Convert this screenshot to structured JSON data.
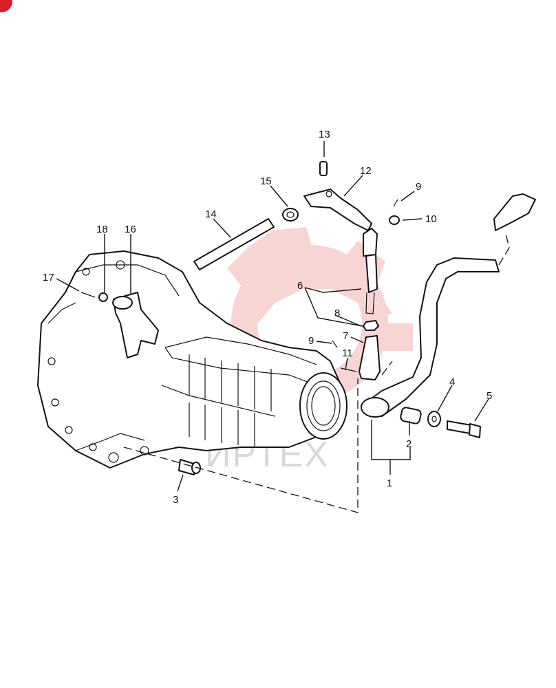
{
  "diagram": {
    "watermark_text": "ИРТЕХ",
    "callouts": [
      "13",
      "12",
      "15",
      "9",
      "10",
      "14",
      "18",
      "16",
      "17",
      "6",
      "8",
      "9",
      "7",
      "11",
      "4",
      "5",
      "2",
      "1",
      "3"
    ]
  },
  "colors": {
    "watermark": "#f2b4b4",
    "corner_badge": "#d9202f",
    "ink": "#111111"
  }
}
